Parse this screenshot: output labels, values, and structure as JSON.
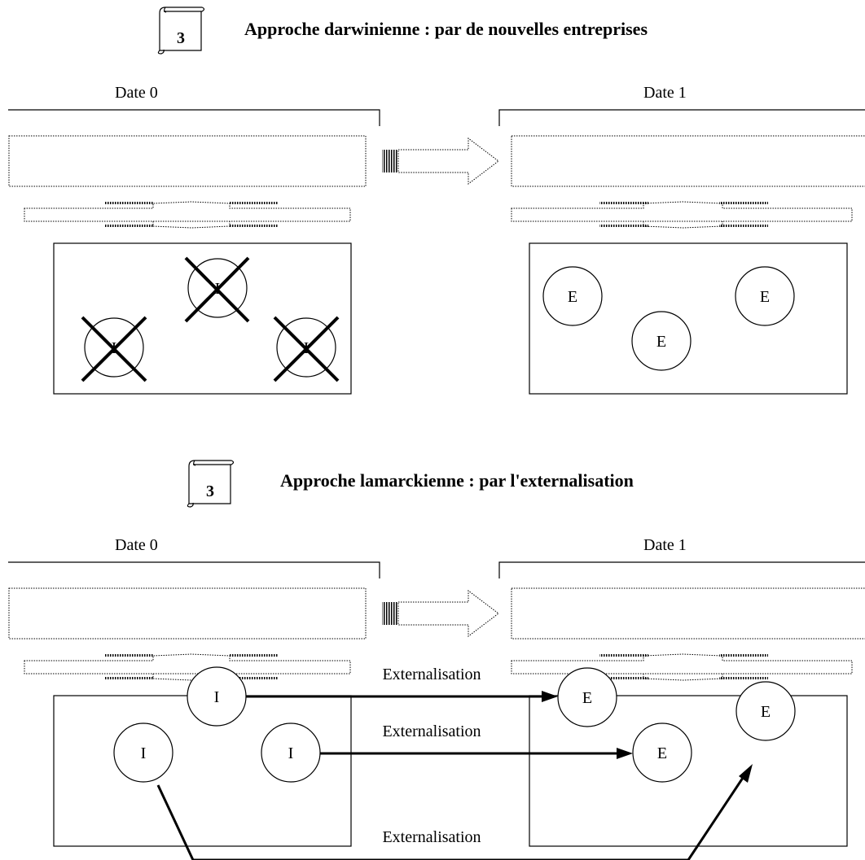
{
  "colors": {
    "ink": "#000000",
    "background": "#ffffff"
  },
  "top_section": {
    "badge_icon": "scroll-icon",
    "badge_number": "3",
    "title": "Approche darwinienne : par de nouvelles entreprises",
    "date_left": "Date 0",
    "date_right": "Date 1",
    "left_nodes": [
      "I",
      "I",
      "I"
    ],
    "left_nodes_crossed": true,
    "right_nodes": [
      "E",
      "E",
      "E"
    ]
  },
  "bottom_section": {
    "badge_icon": "scroll-icon",
    "badge_number": "3",
    "title": "Approche lamarckienne : par l'externalisation",
    "date_left": "Date 0",
    "date_right": "Date 1",
    "left_nodes": [
      "I",
      "I",
      "I"
    ],
    "right_nodes": [
      "E",
      "E",
      "E"
    ],
    "flows": [
      {
        "label": "Externalisation",
        "from": "I",
        "to": "E"
      },
      {
        "label": "Externalisation",
        "from": "I",
        "to": "E"
      },
      {
        "label": "Externalisation",
        "from": "I",
        "to": "E"
      }
    ]
  }
}
